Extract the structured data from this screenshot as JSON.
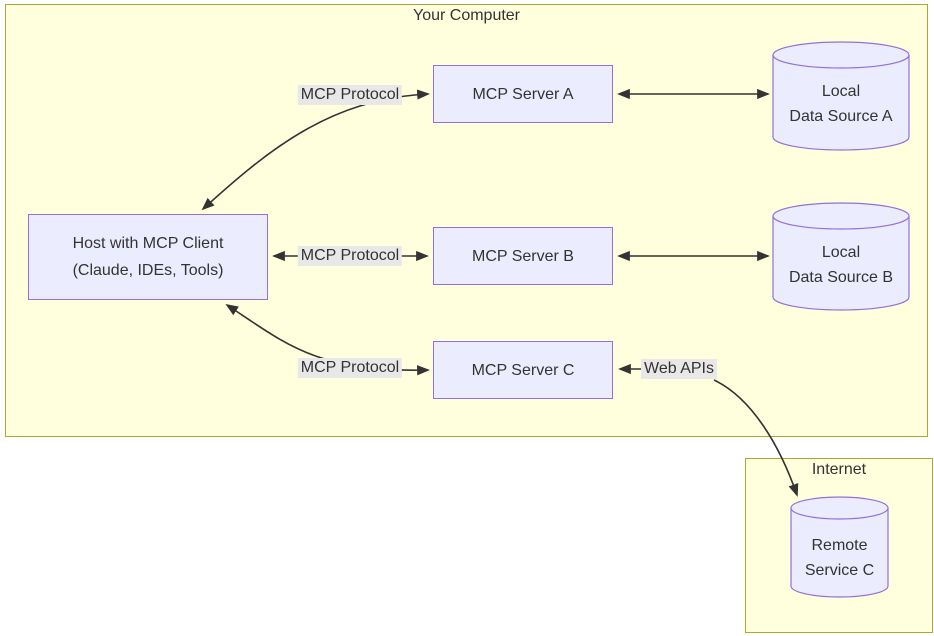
{
  "diagram": {
    "colors": {
      "canvas_bg": "#ffffff",
      "cluster_fill": "#ffffde",
      "cluster_border": "#aaaa33",
      "node_fill": "#ececff",
      "node_border": "#9370db",
      "edge_color": "#333333",
      "edge_label_bg": "#e8e8e8",
      "text_color": "#333333"
    },
    "clusters": [
      {
        "id": "your-computer",
        "title": "Your Computer"
      },
      {
        "id": "internet",
        "title": "Internet"
      }
    ],
    "nodes": [
      {
        "id": "host",
        "shape": "rectangle",
        "label_line1": "Host with MCP Client",
        "label_line2": "(Claude, IDEs, Tools)"
      },
      {
        "id": "mcp-server-a",
        "shape": "rectangle",
        "label": "MCP Server A"
      },
      {
        "id": "mcp-server-b",
        "shape": "rectangle",
        "label": "MCP Server B"
      },
      {
        "id": "mcp-server-c",
        "shape": "rectangle",
        "label": "MCP Server C"
      },
      {
        "id": "local-data-source-a",
        "shape": "cylinder",
        "label_line1": "Local",
        "label_line2": "Data Source A"
      },
      {
        "id": "local-data-source-b",
        "shape": "cylinder",
        "label_line1": "Local",
        "label_line2": "Data Source B"
      },
      {
        "id": "remote-service-c",
        "shape": "cylinder",
        "label_line1": "Remote",
        "label_line2": "Service C"
      }
    ],
    "edges": [
      {
        "from": "host",
        "to": "mcp-server-a",
        "label": "MCP Protocol",
        "arrows": "both"
      },
      {
        "from": "host",
        "to": "mcp-server-b",
        "label": "MCP Protocol",
        "arrows": "both"
      },
      {
        "from": "host",
        "to": "mcp-server-c",
        "label": "MCP Protocol",
        "arrows": "both"
      },
      {
        "from": "mcp-server-a",
        "to": "local-data-source-a",
        "label": "",
        "arrows": "both"
      },
      {
        "from": "mcp-server-b",
        "to": "local-data-source-b",
        "label": "",
        "arrows": "both"
      },
      {
        "from": "mcp-server-c",
        "to": "remote-service-c",
        "label": "Web APIs",
        "arrows": "both"
      }
    ]
  }
}
